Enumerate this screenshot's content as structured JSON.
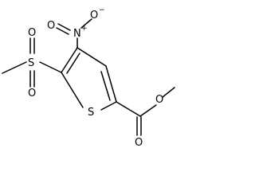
{
  "molecule": {
    "atoms": {
      "sulfonyl_S": "S",
      "sulfonyl_O_top": "O",
      "sulfonyl_O_bottom": "O",
      "nitro_N": "N",
      "nitro_N_charge": "+",
      "nitro_O_top": "O",
      "nitro_O_top_charge": "−",
      "nitro_O_left": "O",
      "ring_S": "S",
      "ester_O_double": "O",
      "ester_O_single": "O"
    }
  }
}
